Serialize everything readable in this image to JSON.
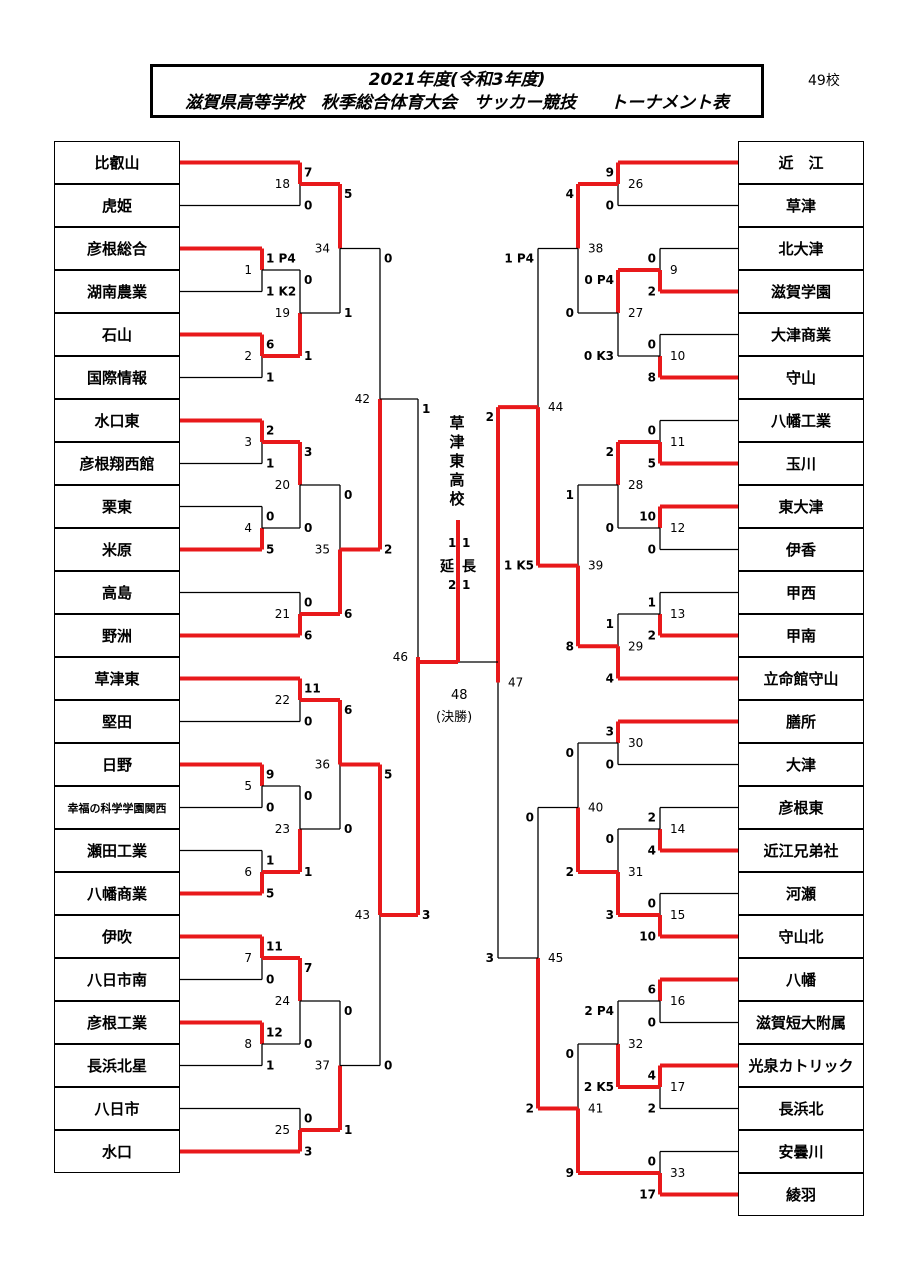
{
  "header": {
    "line1": "2021年度(令和3年度)",
    "line2": "滋賀県高等学校　秋季総合体育大会　サッカー競技　　トーナメント表",
    "school_count": "49校"
  },
  "left_teams": [
    "比叡山",
    "虎姫",
    "彦根総合",
    "湖南農業",
    "石山",
    "国際情報",
    "水口東",
    "彦根翔西館",
    "栗東",
    "米原",
    "高島",
    "野洲",
    "草津東",
    "堅田",
    "日野",
    "幸福の科学学園関西",
    "瀬田工業",
    "八幡商業",
    "伊吹",
    "八日市南",
    "彦根工業",
    "長浜北星",
    "八日市",
    "水口"
  ],
  "right_teams": [
    "近　江",
    "草津",
    "北大津",
    "滋賀学園",
    "大津商業",
    "守山",
    "八幡工業",
    "玉川",
    "東大津",
    "伊香",
    "甲西",
    "甲南",
    "立命館守山",
    "膳所",
    "大津",
    "彦根東",
    "近江兄弟社",
    "河瀬",
    "守山北",
    "八幡",
    "滋賀短大附属",
    "光泉カトリック",
    "長浜北",
    "安曇川",
    "綾羽"
  ],
  "champion": [
    "草",
    "津",
    "東",
    "高",
    "校"
  ],
  "final": {
    "match_label": "48",
    "match_name": "(決勝)",
    "left_top": "1",
    "left_bottom": "2",
    "right_top": "1",
    "right_bottom": "1",
    "mid_top": "延",
    "mid_top2": "長",
    "left_score": "1",
    "left_score2": "3",
    "right_score": "2",
    "right_score2": "3"
  },
  "matches": [
    {
      "no": "18",
      "score_a": "7",
      "score_b": "0"
    },
    {
      "no": "1",
      "score_a": "1 P4",
      "score_b": "1 K2"
    },
    {
      "no": "19",
      "score_a": "0",
      "score_b": "1"
    },
    {
      "no": "2",
      "score_a": "6",
      "score_b": "1"
    },
    {
      "no": "34",
      "score_a": "5",
      "score_b": "1"
    },
    {
      "no": "3",
      "score_a": "2",
      "score_b": "1"
    },
    {
      "no": "4",
      "score_a": "0",
      "score_b": "5"
    },
    {
      "no": "20",
      "score_a": "3",
      "score_b": "0"
    },
    {
      "no": "21",
      "score_a": "0",
      "score_b": "6"
    },
    {
      "no": "35",
      "score_a": "0",
      "score_b": "6"
    },
    {
      "no": "42",
      "score_a": "0",
      "score_b": "2"
    },
    {
      "no": "22",
      "score_a": "11",
      "score_b": "0"
    },
    {
      "no": "5",
      "score_a": "9",
      "score_b": "0"
    },
    {
      "no": "6",
      "score_a": "1",
      "score_b": "5"
    },
    {
      "no": "23",
      "score_a": "0",
      "score_b": "1"
    },
    {
      "no": "36",
      "score_a": "6",
      "score_b": "0"
    },
    {
      "no": "7",
      "score_a": "11",
      "score_b": "0"
    },
    {
      "no": "8",
      "score_a": "12",
      "score_b": "1"
    },
    {
      "no": "24",
      "score_a": "7",
      "score_b": "0"
    },
    {
      "no": "25",
      "score_a": "0",
      "score_b": "3"
    },
    {
      "no": "37",
      "score_a": "0",
      "score_b": "1"
    },
    {
      "no": "43",
      "score_a": "5",
      "score_b": "0"
    },
    {
      "no": "46",
      "score_a": "1",
      "score_b": "3"
    },
    {
      "no": "26",
      "score_a": "9",
      "score_b": "0"
    },
    {
      "no": "9",
      "score_a": "0",
      "score_b": "2"
    },
    {
      "no": "10",
      "score_a": "0",
      "score_b": "8"
    },
    {
      "no": "27",
      "score_a": "0 P4",
      "score_b": "0 K3"
    },
    {
      "no": "38",
      "score_a": "4",
      "score_b": "0"
    },
    {
      "no": "11",
      "score_a": "0",
      "score_b": "5"
    },
    {
      "no": "12",
      "score_a": "10",
      "score_b": "0"
    },
    {
      "no": "28",
      "score_a": "2",
      "score_b": "0"
    },
    {
      "no": "13",
      "score_a": "1",
      "score_b": "2"
    },
    {
      "no": "29",
      "score_a": "1",
      "score_b": "4"
    },
    {
      "no": "39",
      "score_a": "1",
      "score_b": "8"
    },
    {
      "no": "44",
      "score_a": "1 P4",
      "score_b": "1 K5"
    },
    {
      "no": "30",
      "score_a": "3",
      "score_b": "0"
    },
    {
      "no": "14",
      "score_a": "2",
      "score_b": "4"
    },
    {
      "no": "15",
      "score_a": "0",
      "score_b": "10"
    },
    {
      "no": "31",
      "score_a": "0",
      "score_b": "3"
    },
    {
      "no": "40",
      "score_a": "0",
      "score_b": "2"
    },
    {
      "no": "16",
      "score_a": "6",
      "score_b": "0"
    },
    {
      "no": "17",
      "score_a": "4",
      "score_b": "2"
    },
    {
      "no": "32",
      "score_a": "2 P4",
      "score_b": "2 K5"
    },
    {
      "no": "33",
      "score_a": "0",
      "score_b": "17"
    },
    {
      "no": "41",
      "score_a": "0",
      "score_b": "9"
    },
    {
      "no": "45",
      "score_a": "0",
      "score_b": "2"
    },
    {
      "no": "47",
      "score_a": "2",
      "score_b": "3"
    }
  ],
  "colors": {
    "winner_line": "#e8191b",
    "loser_line": "#000000"
  }
}
